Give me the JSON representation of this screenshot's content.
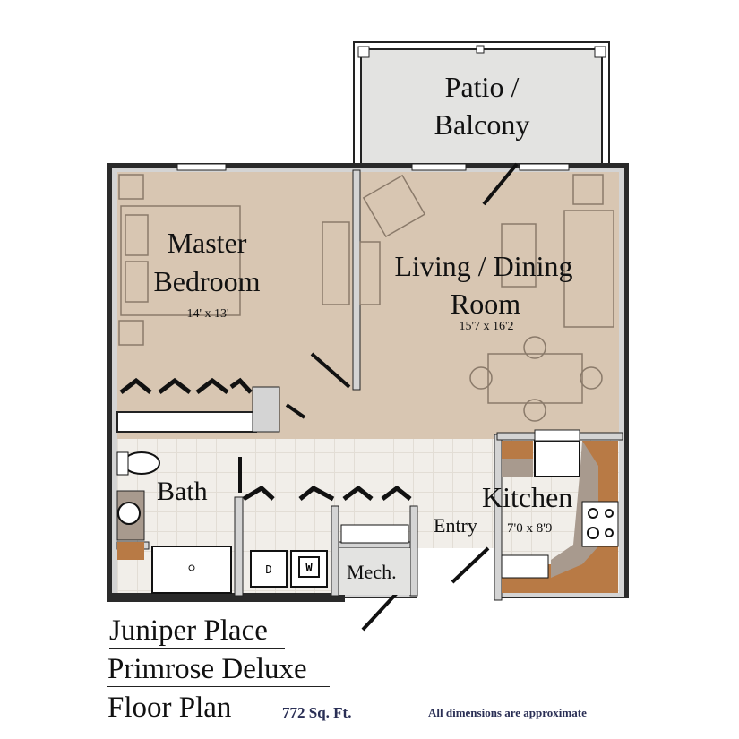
{
  "rooms": {
    "patio": {
      "line1": "Patio /",
      "line2": "Balcony"
    },
    "master_bedroom": {
      "line1": "Master",
      "line2": "Bedroom",
      "dims": "14' x 13'"
    },
    "living_dining": {
      "line1": "Living / Dining",
      "line2": "Room",
      "dims": "15'7 x 16'2"
    },
    "bath": {
      "label": "Bath"
    },
    "kitchen": {
      "label": "Kitchen",
      "dims": "7'0 x 8'9"
    },
    "entry": {
      "label": "Entry"
    },
    "mech": {
      "label": "Mech."
    },
    "dryer": {
      "label": "D"
    },
    "washer": {
      "label": "W"
    }
  },
  "footer": {
    "community": "Juniper Place",
    "plan_name": "Primrose Deluxe",
    "heading": "Floor Plan",
    "area": "772 Sq. Ft.",
    "disclaimer": "All dimensions are approximate"
  },
  "colors": {
    "carpet": "#d8c6b2",
    "tile": "#efece6",
    "wall": "#d4d4d4",
    "wood": "#b87a45",
    "counter": "#a89a8e",
    "navy": "#2a2f55"
  }
}
